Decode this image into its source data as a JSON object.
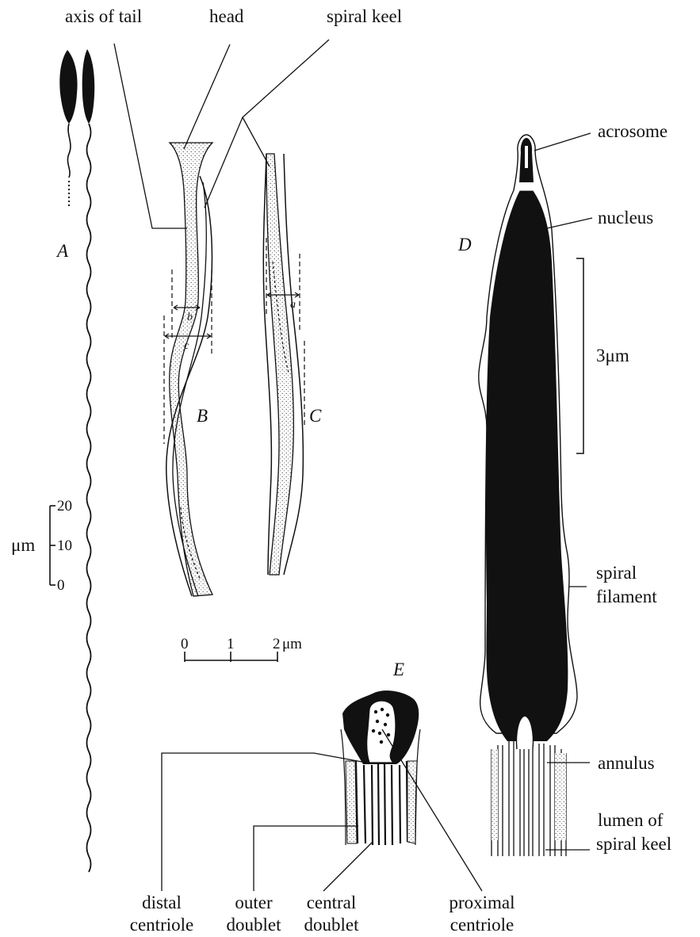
{
  "labels": {
    "axis_of_tail": "axis of tail",
    "head": "head",
    "spiral_keel": "spiral keel",
    "acrosome": "acrosome",
    "nucleus": "nucleus",
    "spiral_filament_1": "spiral",
    "spiral_filament_2": "filament",
    "annulus": "annulus",
    "lumen_1": "lumen of",
    "lumen_2": "spiral keel",
    "distal_1": "distal",
    "distal_2": "centriole",
    "outer_1": "outer",
    "outer_2": "doublet",
    "central_1": "central",
    "central_2": "doublet",
    "proximal_1": "proximal",
    "proximal_2": "centriole"
  },
  "panels": {
    "A": "A",
    "B": "B",
    "C": "C",
    "D": "D",
    "E": "E"
  },
  "measures": {
    "a": "a",
    "b": "b",
    "c": "c"
  },
  "scales": {
    "um_label": "μm",
    "tick_20": "20",
    "tick_10": "10",
    "tick_0": "0",
    "s2_0": "0",
    "s2_1": "1",
    "s2_2": "2",
    "s2_unit": "μm",
    "s3": "3μm"
  },
  "colors": {
    "ink": "#111111",
    "stipple": "#9a9a9a",
    "paper": "#ffffff"
  }
}
